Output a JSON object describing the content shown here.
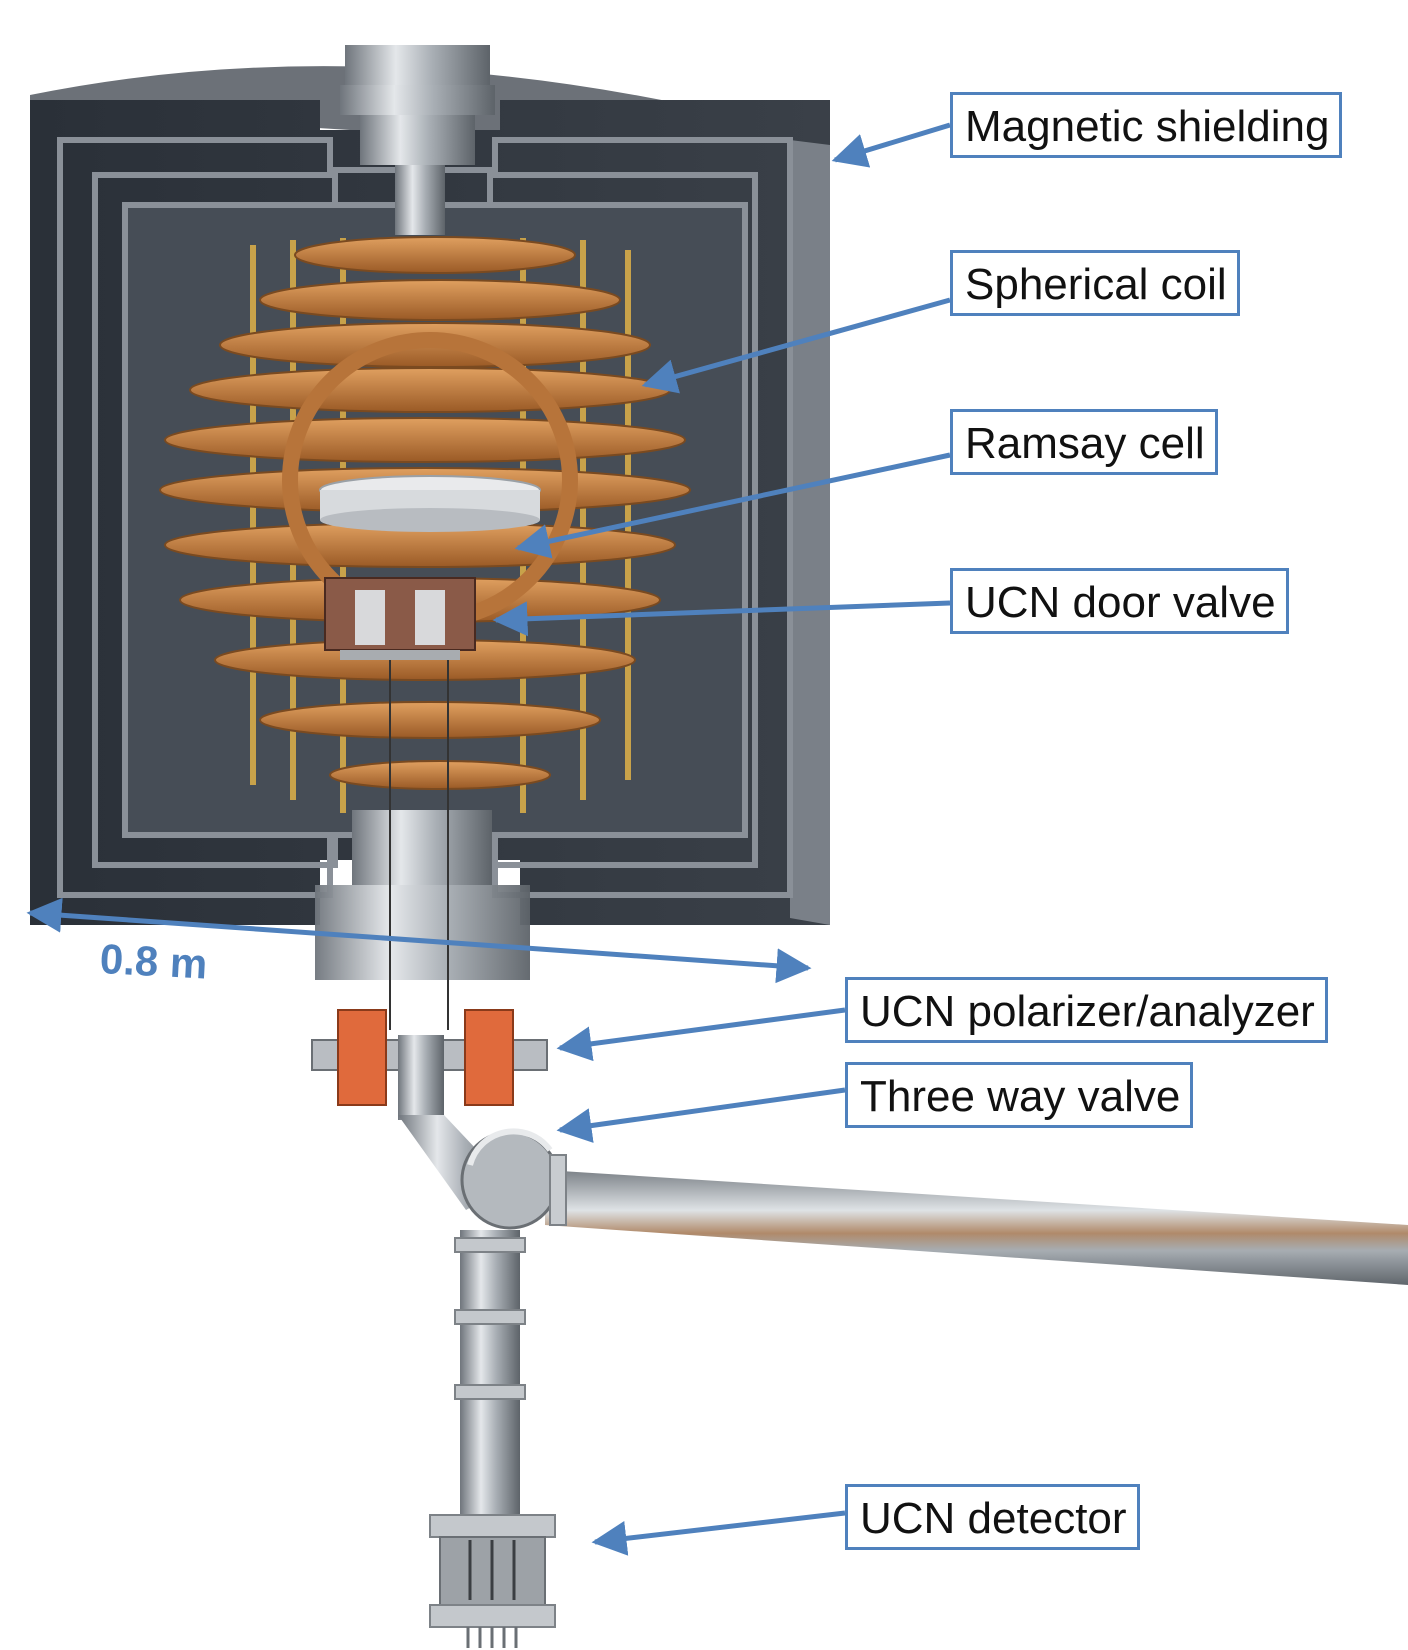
{
  "labels": {
    "magnetic_shielding": "Magnetic shielding",
    "spherical_coil": "Spherical coil",
    "ramsay_cell": "Ramsay cell",
    "door_valve": "UCN door valve",
    "polarizer": "UCN polarizer/analyzer",
    "three_way_valve": "Three way valve",
    "detector": "UCN detector"
  },
  "scale": {
    "label": "0.8 m"
  },
  "colors": {
    "callout_border": "#4f81bd",
    "arrow": "#4f81bd",
    "shield_dark": "#1c2128",
    "copper": "#c07a3a",
    "brass_rod": "#c8a24a",
    "steel": "#9ea3a8"
  }
}
